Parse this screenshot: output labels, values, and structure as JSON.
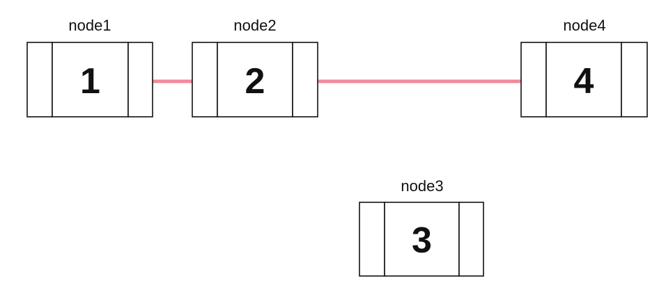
{
  "nodes": [
    {
      "id": "node1",
      "label": "node1",
      "value": "1"
    },
    {
      "id": "node2",
      "label": "node2",
      "value": "2"
    },
    {
      "id": "node4",
      "label": "node4",
      "value": "4"
    },
    {
      "id": "node3",
      "label": "node3",
      "value": "3"
    }
  ],
  "links": [
    {
      "from": "node1",
      "to": "node2",
      "direction": "both"
    },
    {
      "from": "node2",
      "to": "node4",
      "direction": "both"
    }
  ],
  "colors": {
    "link": "#f08a9b",
    "border": "#111111",
    "text": "#111111",
    "background": "#ffffff"
  }
}
